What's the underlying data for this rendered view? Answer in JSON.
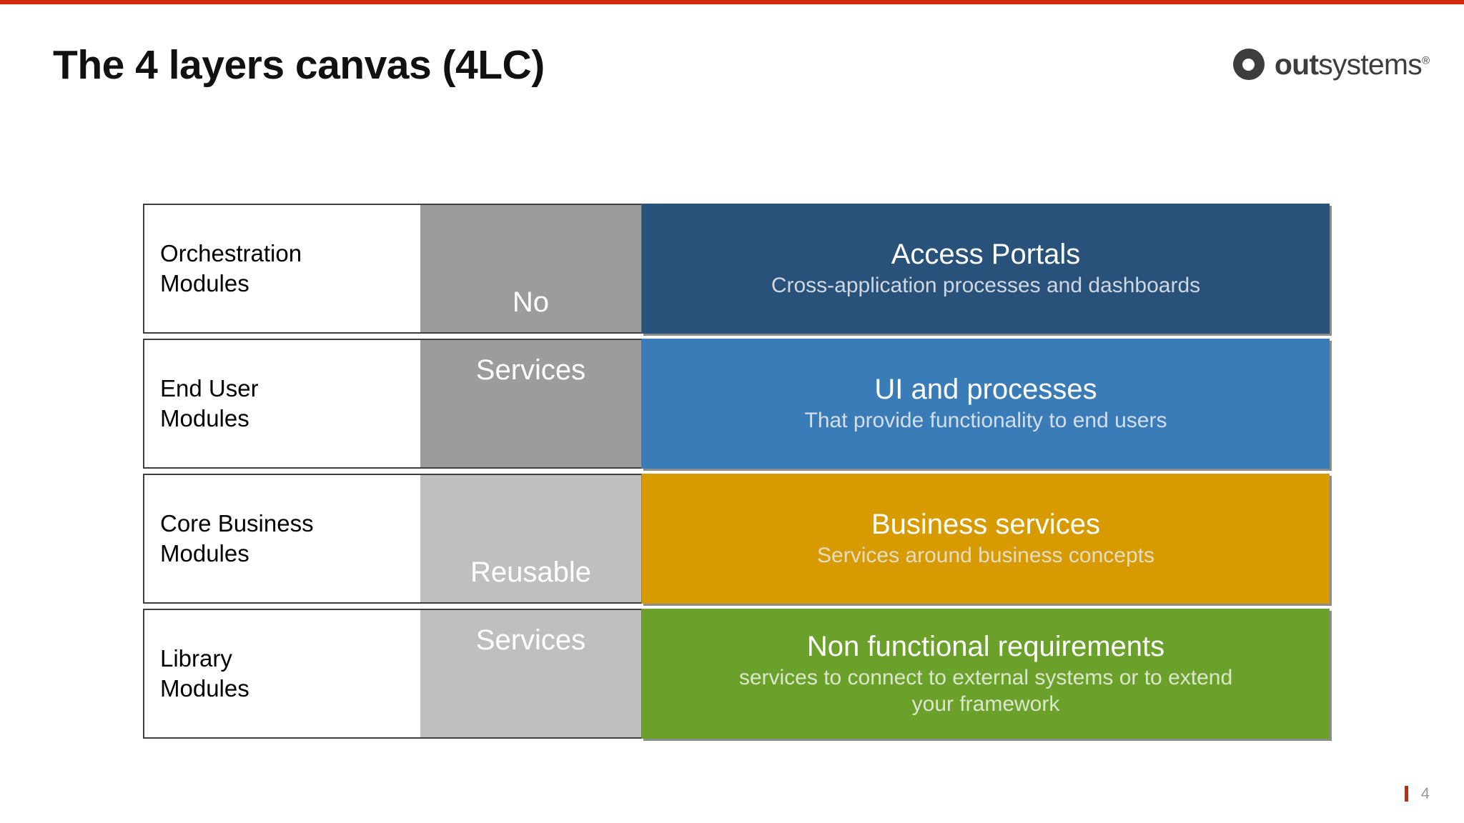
{
  "slide": {
    "title": "The 4 layers canvas (4LC)",
    "top_accent_color": "#D2290F",
    "page_number": "4"
  },
  "brand": {
    "word_bold": "out",
    "word_regular": "systems",
    "registered_mark": "®",
    "logo_color": "#3D3D3D"
  },
  "canvas": {
    "rows": [
      {
        "module": "Orchestration\nModules",
        "qualifier": "No",
        "qualifier_shade": "#9C9C9C",
        "title": "Access Portals",
        "subtitle": "Cross-application processes and dashboards",
        "color": "#28527A"
      },
      {
        "module": "End User\nModules",
        "qualifier": "Services",
        "qualifier_shade": "#9C9C9C",
        "title": "UI and processes",
        "subtitle": "That provide functionality to end users",
        "color": "#3A7CB8"
      },
      {
        "module": "Core Business\nModules",
        "qualifier": "Reusable",
        "qualifier_shade": "#BFBFBF",
        "title": "Business services",
        "subtitle": "Services around business concepts",
        "color": "#D79B00"
      },
      {
        "module": "Library\nModules",
        "qualifier": "Services",
        "qualifier_shade": "#BFBFBF",
        "title": "Non functional requirements",
        "subtitle": "services to connect to external systems or to extend your framework",
        "color": "#6BA12A"
      }
    ]
  }
}
